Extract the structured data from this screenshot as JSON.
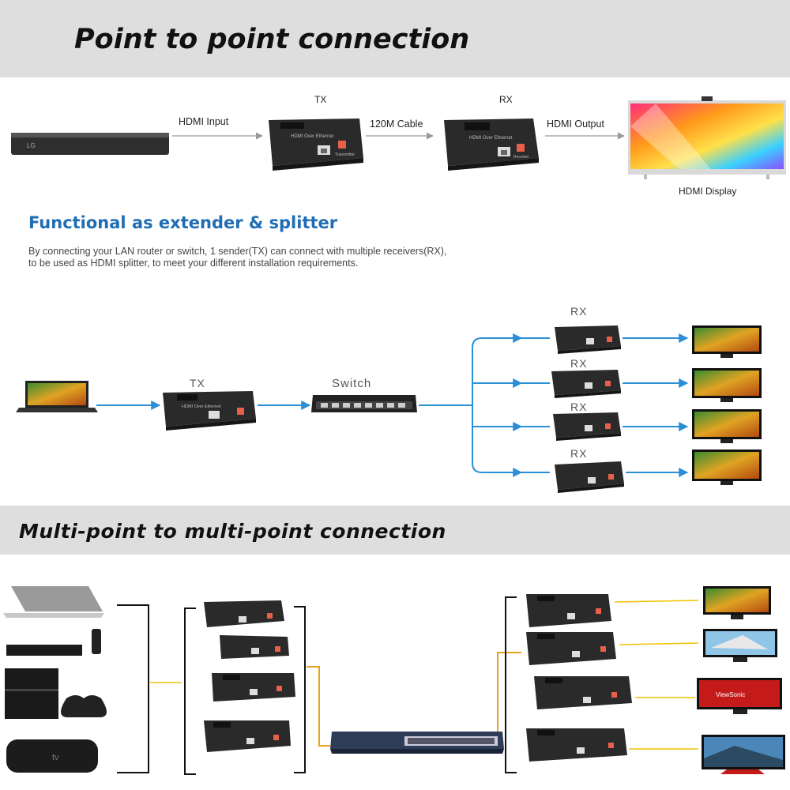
{
  "section1": {
    "title": "Point to point connection",
    "hdmi_input": "HDMI Input",
    "tx": "TX",
    "cable": "120M Cable",
    "rx": "RX",
    "hdmi_output": "HDMI Output",
    "display": "HDMI Display",
    "player_logo": "LG",
    "device_model": "HDMI Over Ethernet",
    "tx_badge": "Transmitter",
    "rx_badge": "Receiver"
  },
  "section2": {
    "title": "Functional as extender & splitter",
    "desc_line1": "By connecting your LAN router or switch, 1 sender(TX) can connect with multiple receivers(RX),",
    "desc_line2": "to be used as HDMI splitter, to meet your different installation requirements.",
    "tx": "TX",
    "switch": "Switch",
    "rx": [
      "RX",
      "RX",
      "RX",
      "RX"
    ]
  },
  "section3": {
    "title": "Multi-point to multi-point connection",
    "monitor_brand": "ViewSonic",
    "tv_logo": "tv"
  },
  "colors": {
    "band_gray": "#dedede",
    "accent_blue": "#1f6db5",
    "line_blue": "#2b8fd6",
    "line_yellow": "#f2c200",
    "line_orange": "#e6a21a",
    "device_dark": "#2a2a2a"
  }
}
